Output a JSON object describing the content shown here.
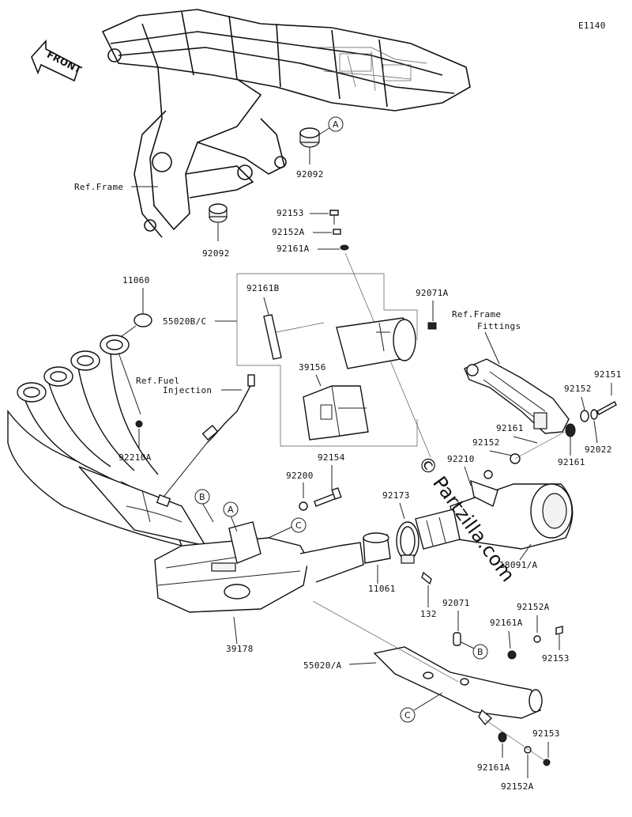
{
  "diagram_code": "E1140",
  "front_label": "FRONT",
  "watermark": "© Partzilla.com",
  "refs": {
    "frame": "Ref.Frame",
    "frame_fittings_1": "Ref.Frame",
    "frame_fittings_2": "Fittings",
    "fuel_1": "Ref.Fuel",
    "fuel_2": "Injection"
  },
  "callouts": {
    "a_top": "A",
    "a_mid": "A",
    "b_mid": "B",
    "b_low": "B",
    "c_mid": "C",
    "c_low": "C"
  },
  "parts": {
    "p92092_top": "92092",
    "p92092_low": "92092",
    "p92153_top": "92153",
    "p92152A_top": "92152A",
    "p92161A_top": "92161A",
    "p11060": "11060",
    "p55020BC": "55020B/C",
    "p92161B": "92161B",
    "p92071A": "92071A",
    "p39156": "39156",
    "p92151": "92151",
    "p92152_r1": "92152",
    "p92161_r1": "92161",
    "p92152_r2": "92152",
    "p92210": "92210",
    "p92161_r2": "92161",
    "p92022": "92022",
    "p92210A": "92210A",
    "p92154": "92154",
    "p92200": "92200",
    "p92173": "92173",
    "p18091A": "18091/A",
    "p11061": "11061",
    "p132": "132",
    "p92071": "92071",
    "p92152A_r": "92152A",
    "p92161A_r": "92161A",
    "p92153_r": "92153",
    "p39178": "39178",
    "p55020A": "55020/A",
    "p92153_b": "92153",
    "p92161A_b": "92161A",
    "p92152A_b": "92152A"
  }
}
